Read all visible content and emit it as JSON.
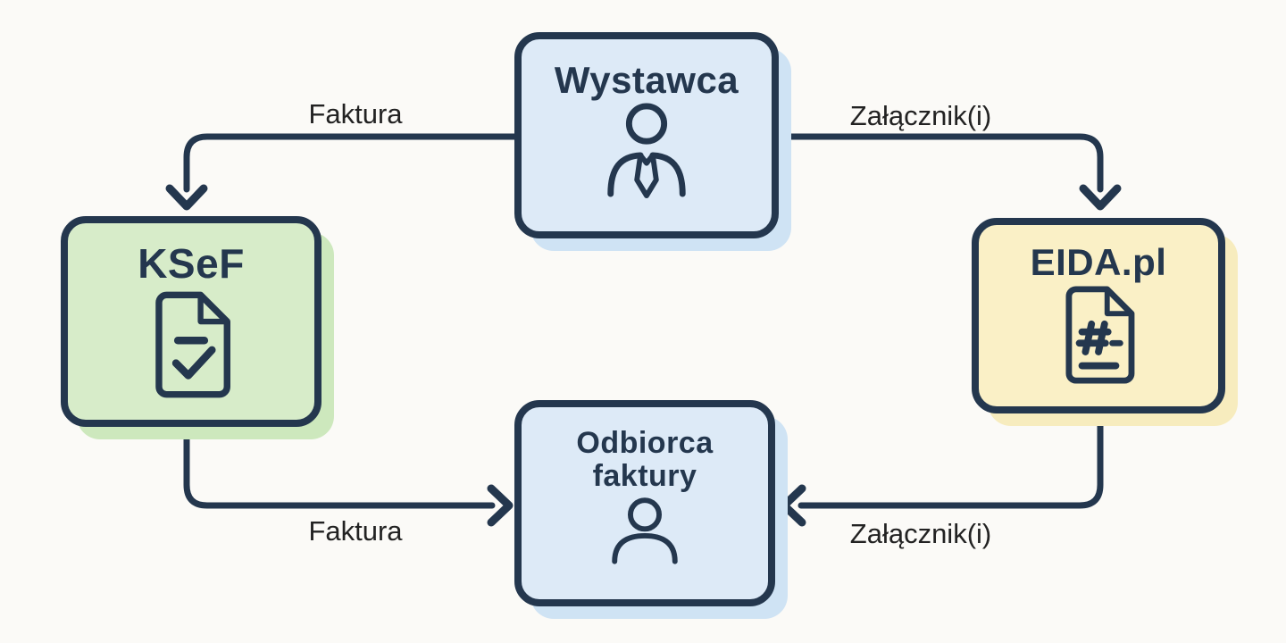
{
  "diagram_type": "flow-diagram",
  "nodes": {
    "wystawca": {
      "label": "Wystawca",
      "fill": "#ddeaf7",
      "icon": "person-tie-icon"
    },
    "ksef": {
      "label": "KSeF",
      "fill": "#d7ecc9",
      "icon": "document-check-icon"
    },
    "eida": {
      "label": "EIDA.pl",
      "fill": "#faf0c6",
      "icon": "document-hash-icon"
    },
    "odbiorca": {
      "label": "Odbiorca faktury",
      "fill": "#ddeaf7",
      "icon": "person-icon"
    }
  },
  "edges": [
    {
      "from": "Wystawca",
      "to": "KSeF",
      "label": "Faktura"
    },
    {
      "from": "Wystawca",
      "to": "EIDA.pl",
      "label": "Załącznik(i)"
    },
    {
      "from": "KSeF",
      "to": "Odbiorca faktury",
      "label": "Faktura"
    },
    {
      "from": "EIDA.pl",
      "to": "Odbiorca faktury",
      "label": "Załącznik(i)"
    }
  ],
  "colors": {
    "line": "#24374e",
    "node_border": "#24374e",
    "title_text": "#24374e",
    "label_text": "#222222",
    "background": "#fbfaf7",
    "shadow_blue": "#cfe3f4",
    "shadow_green": "#cde8bd",
    "shadow_yellow": "#f7ecbe"
  }
}
